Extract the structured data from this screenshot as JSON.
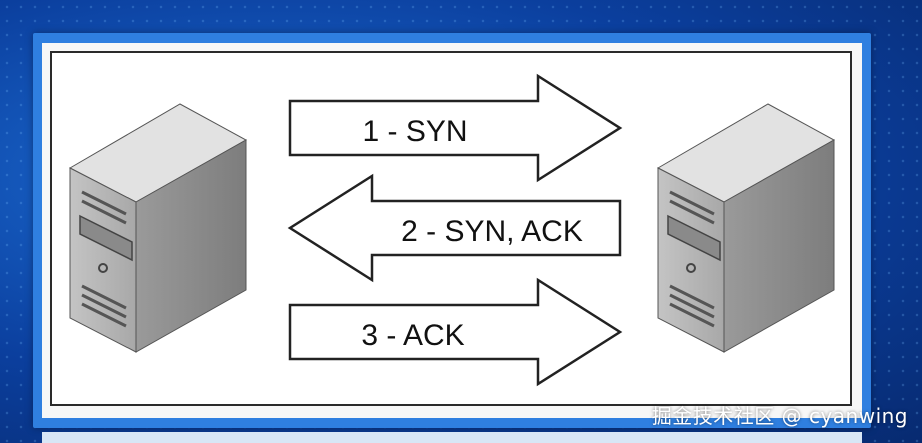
{
  "diagram": {
    "arrows": [
      {
        "label": "1 - SYN",
        "direction": "right"
      },
      {
        "label": "2 - SYN, ACK",
        "direction": "left"
      },
      {
        "label": "3 - ACK",
        "direction": "right"
      }
    ],
    "nodes": [
      {
        "icon": "server-icon"
      },
      {
        "icon": "server-icon"
      }
    ]
  },
  "watermark": "掘金技术社区 @ cyanwing",
  "colors": {
    "background": "#0b3f9e",
    "frame": "#2f7fe0",
    "panel": "#ffffff",
    "server_front": "#b9b9b9",
    "server_side": "#8d8d8d",
    "server_top": "#dedede"
  }
}
